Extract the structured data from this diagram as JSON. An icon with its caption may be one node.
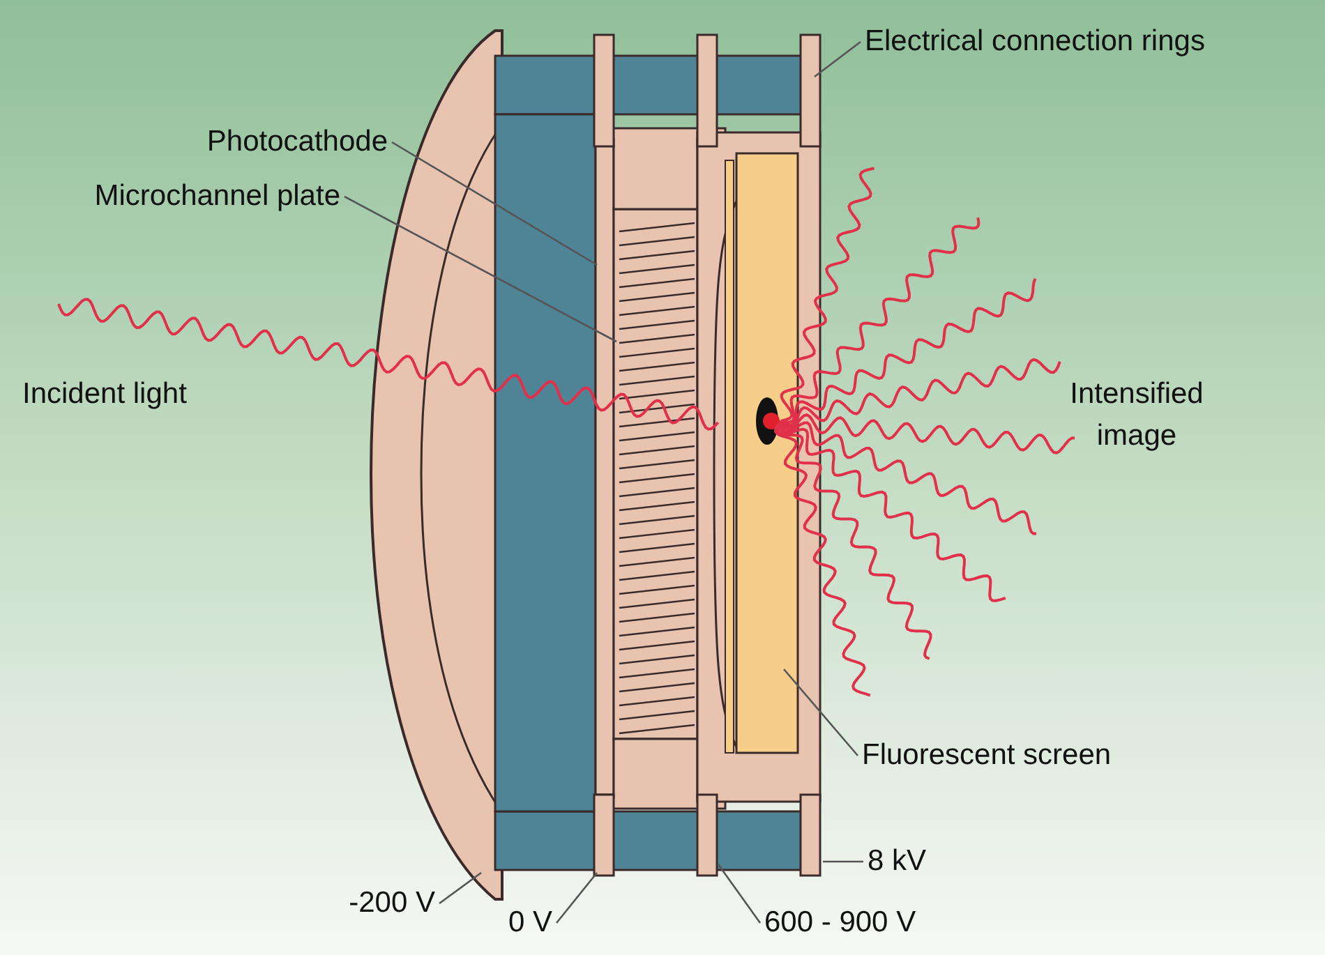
{
  "diagram": {
    "nodes": [
      {
        "text": [
          "Electrical connection rings"
        ]
      },
      {
        "text": [
          "Photocathode"
        ]
      },
      {
        "text": [
          "Microchannel plate"
        ]
      },
      {
        "text": [
          "Fluorescent screen"
        ]
      },
      {
        "text": [
          "8 kV"
        ]
      },
      {
        "text": [
          "-200 V"
        ]
      },
      {
        "text": [
          "0 V"
        ]
      },
      {
        "text": [
          "600 - 900 V"
        ]
      }
    ],
    "edges": [
      {
        "from": 0,
        "to": null,
        "arrow": "none"
      },
      {
        "from": 1,
        "to": null,
        "arrow": "none"
      },
      {
        "from": 2,
        "to": null,
        "arrow": "none"
      },
      {
        "from": 3,
        "to": null,
        "arrow": "none"
      },
      {
        "from": 4,
        "to": null,
        "arrow": "none"
      },
      {
        "from": 5,
        "to": null,
        "arrow": "none"
      },
      {
        "from": 6,
        "to": null,
        "arrow": "none"
      },
      {
        "from": 7,
        "to": null,
        "arrow": "none"
      }
    ],
    "labels": [
      "Incident light",
      "Intensified image"
    ]
  }
}
